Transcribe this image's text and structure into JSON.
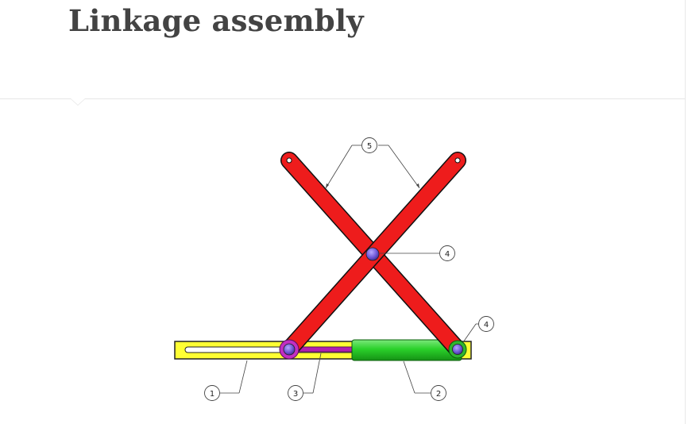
{
  "header": {
    "title": "Linkage assembly"
  },
  "figure": {
    "callouts": [
      {
        "id": "callout-1",
        "label": "1"
      },
      {
        "id": "callout-2",
        "label": "2"
      },
      {
        "id": "callout-3",
        "label": "3"
      },
      {
        "id": "callout-4-center",
        "label": "4"
      },
      {
        "id": "callout-4-right",
        "label": "4"
      },
      {
        "id": "callout-5",
        "label": "5"
      }
    ],
    "colors": {
      "link_arm": "#ee1c1c",
      "base_rail": "#ffff33",
      "cylinder": "#2ad12a",
      "piston_rod": "#b11fb1",
      "pin": "#6e57d6",
      "pin_ring_left": "#c22ec2",
      "pin_ring_right": "#2fb52f"
    }
  }
}
